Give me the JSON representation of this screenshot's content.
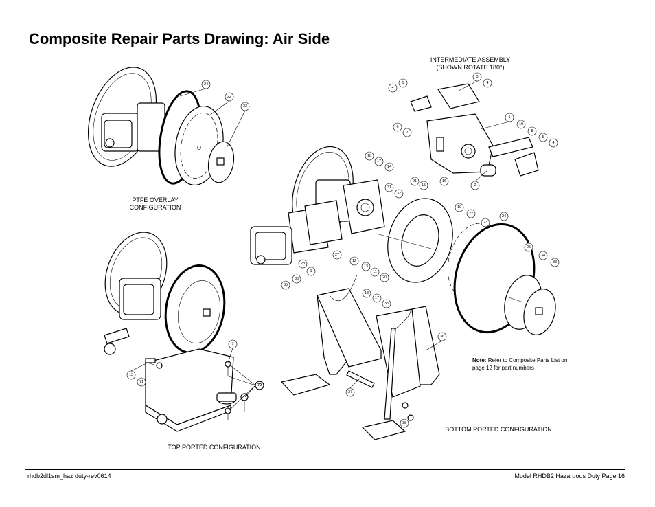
{
  "title": "Composite Repair Parts Drawing: Air Side",
  "labels": {
    "intermediate_line1": "INTERMEDIATE ASSEMBLY",
    "intermediate_line2": "(SHOWN ROTATE 180°)",
    "ptfe_line1": "PTFE OVERLAY",
    "ptfe_line2": "CONFIGURATION",
    "top_ported": "TOP PORTED CONFIGURATION",
    "bottom_ported": "BOTTOM PORTED CONFIGURATION"
  },
  "note": {
    "label": "Note:",
    "text": "Refer to Composite Parts List on page 12 for part numbers"
  },
  "footer": {
    "left": "rhdb2dl1sm_haz duty-rev0614",
    "right": "Model RHDB2 Hazardous Duty Page 16"
  },
  "callouts": {
    "ptfe": [
      "24",
      "22",
      "33"
    ],
    "intermediate": [
      "3",
      "4",
      "5",
      "4",
      "6",
      "7",
      "1",
      "10",
      "8",
      "5",
      "4",
      "2"
    ],
    "center": [
      "18",
      "17",
      "14",
      "31",
      "32",
      "21",
      "15",
      "16",
      "19",
      "22",
      "23",
      "24",
      "25",
      "34",
      "33",
      "27",
      "12",
      "13",
      "11",
      "20",
      "28",
      "1",
      "30",
      "35",
      "18",
      "17",
      "35",
      "36",
      "37",
      "38"
    ],
    "top_ported": [
      "7",
      "13",
      "71",
      "70"
    ]
  }
}
